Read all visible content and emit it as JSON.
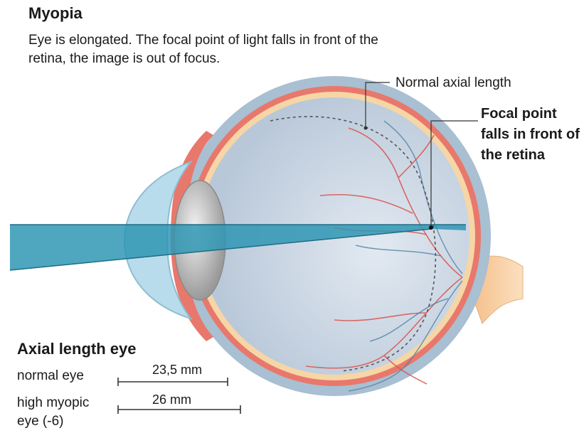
{
  "title": "Myopia",
  "description": "Eye is elongated. The focal point of light falls in front of the retina, the image is out of focus.",
  "callouts": {
    "normal_axial_length": "Normal axial length",
    "focal_point": "Focal point falls in front of the retina"
  },
  "axial_length": {
    "title": "Axial length eye",
    "rows": [
      {
        "label": "normal eye",
        "value": "23,5 mm"
      },
      {
        "label": "high myopic eye (-6)",
        "value": "26 mm"
      }
    ]
  },
  "colors": {
    "sclera": "#a9bfd2",
    "choroid": "#e8786c",
    "retina": "#f6d6a6",
    "vitreous": "#c9d5e3",
    "cornea": "#b9dcec",
    "lens": "#cfcfcf",
    "light_beam": "#2f97b4",
    "vessels": "#d9534a",
    "optic_nerve": "#f6c894"
  }
}
